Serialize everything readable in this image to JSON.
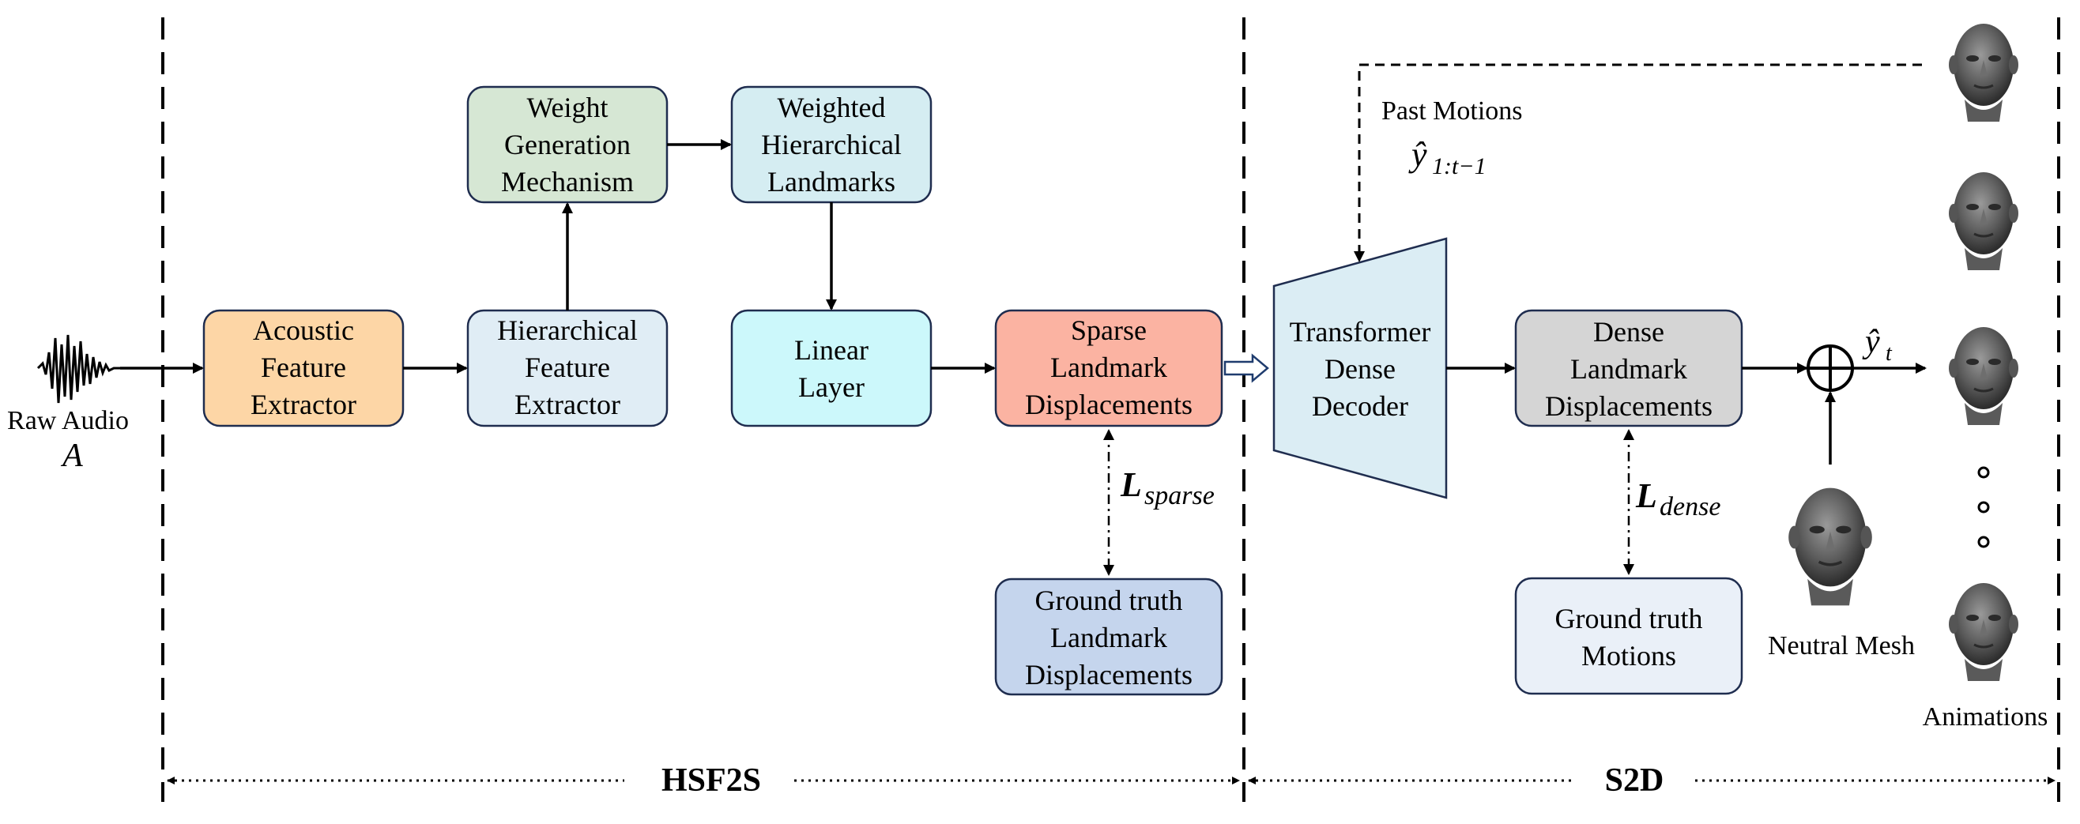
{
  "input": {
    "label": "Raw Audio",
    "symbol": "A"
  },
  "boxes": {
    "acoustic": {
      "lines": [
        "Acoustic",
        "Feature",
        "Extractor"
      ],
      "fill": "#fdd6a6"
    },
    "hierarchical": {
      "lines": [
        "Hierarchical",
        "Feature",
        "Extractor"
      ],
      "fill": "#e0edf5"
    },
    "weight_gen": {
      "lines": [
        "Weight",
        "Generation",
        "Mechanism"
      ],
      "fill": "#d6e7d4"
    },
    "weighted": {
      "lines": [
        "Weighted",
        "Hierarchical",
        "Landmarks"
      ],
      "fill": "#d5edf2"
    },
    "linear": {
      "lines": [
        "Linear",
        "Layer"
      ],
      "fill": "#ccf8fb"
    },
    "sparse": {
      "lines": [
        "Sparse",
        "Landmark",
        "Displacements"
      ],
      "fill": "#fbb3a2"
    },
    "gt_landmark": {
      "lines": [
        "Ground truth",
        "Landmark",
        "Displacements"
      ],
      "fill": "#c5d5ed"
    },
    "decoder": {
      "lines": [
        "Transformer",
        "Dense",
        "Decoder"
      ],
      "fill": "#dbedf4"
    },
    "dense": {
      "lines": [
        "Dense",
        "Landmark",
        "Displacements"
      ],
      "fill": "#d5d5d5"
    },
    "gt_motions": {
      "lines": [
        "Ground truth",
        "Motions"
      ],
      "fill": "#eaf0f8"
    }
  },
  "labels": {
    "past_motions": "Past Motions",
    "past_motions_symbol": "ŷ",
    "past_motions_subscript": "1:t−1",
    "loss_sparse_symbol": "L",
    "loss_sparse_subscript": "sparse",
    "loss_dense_symbol": "L",
    "loss_dense_subscript": "dense",
    "output_symbol": "ŷ",
    "output_subscript": "t",
    "neutral_mesh": "Neutral Mesh",
    "animations": "Animations"
  },
  "sections": {
    "left": "HSF2S",
    "right": "S2D"
  },
  "icons": {
    "waveform": "audio-waveform-icon",
    "sum": "circle-plus-icon",
    "face": "3d-face-mesh-icon"
  },
  "colors": {
    "box_stroke": "#1f2d4f",
    "face_dark": "#4a4a4a",
    "face_light": "#8a8a8a"
  }
}
